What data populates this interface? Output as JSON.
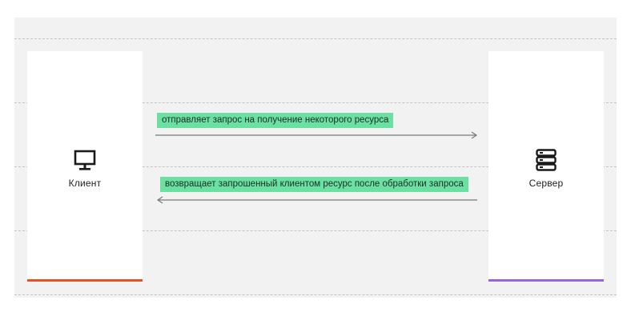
{
  "client": {
    "label": "Клиент",
    "icon": "monitor-icon",
    "accent_color": "#ec4e20"
  },
  "server": {
    "label": "Сервер",
    "icon": "server-icon",
    "accent_color": "#9a63e0"
  },
  "messages": {
    "request": {
      "label": "отправляет запрос на получение некоторого ресурса",
      "direction": "client-to-server"
    },
    "response": {
      "label": "возвращает запрошенный клиентом ресурс после обработки запроса",
      "direction": "server-to-client"
    }
  },
  "colors": {
    "label_bg": "#6ae0a3",
    "arrow": "#7a7a7a",
    "grid": "#c4c4c4"
  }
}
